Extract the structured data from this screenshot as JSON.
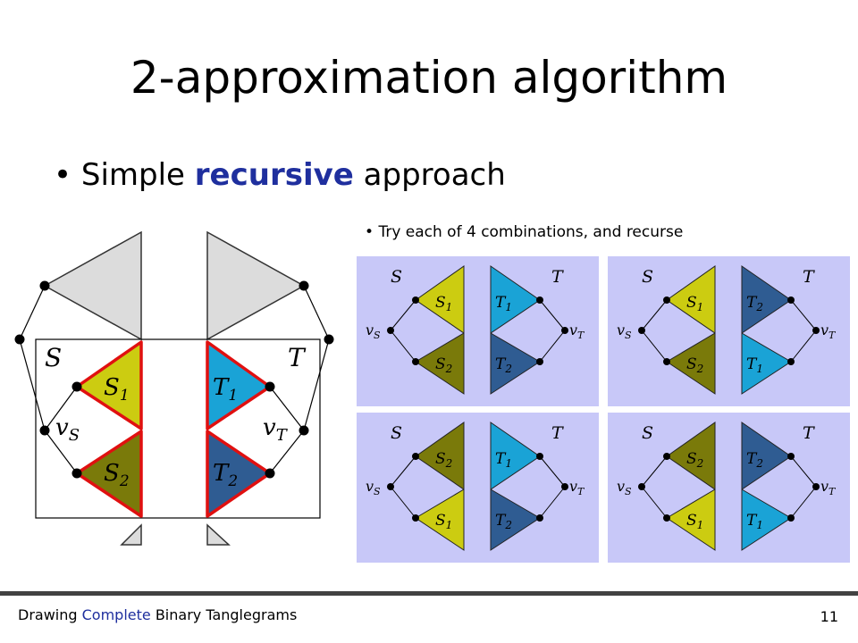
{
  "slide": {
    "title": "2-approximation algorithm",
    "bullet_main_before": "Simple ",
    "bullet_main_keyword": "recursive",
    "bullet_main_after": " approach",
    "bullet_sub": "Try each of 4 combinations, and recurse",
    "footer_before": "Drawing ",
    "footer_keyword": "Complete",
    "footer_after": " Binary Tanglegrams",
    "page_number": "11"
  },
  "diagram": {
    "labels": {
      "S": "S",
      "T": "T",
      "v": "v",
      "sub_S": "S",
      "sub_T": "T",
      "S1_base": "S",
      "S1_sub": "1",
      "S2_base": "S",
      "S2_sub": "2",
      "T1_base": "T",
      "T1_sub": "1",
      "T2_base": "T",
      "T2_sub": "2"
    },
    "colors": {
      "S1": "#cccc11",
      "S2": "#7a7a0a",
      "T1": "#1aa3d6",
      "T2": "#2f5c92",
      "panel": "#c8c8f8",
      "outline": "#e01010",
      "gray": "#dcdcdc"
    },
    "combinations": [
      {
        "left_top": "S1",
        "left_bottom": "S2",
        "right_top": "T1",
        "right_bottom": "T2"
      },
      {
        "left_top": "S1",
        "left_bottom": "S2",
        "right_top": "T2",
        "right_bottom": "T1"
      },
      {
        "left_top": "S2",
        "left_bottom": "S1",
        "right_top": "T1",
        "right_bottom": "T2"
      },
      {
        "left_top": "S2",
        "left_bottom": "S1",
        "right_top": "T2",
        "right_bottom": "T1"
      }
    ]
  }
}
